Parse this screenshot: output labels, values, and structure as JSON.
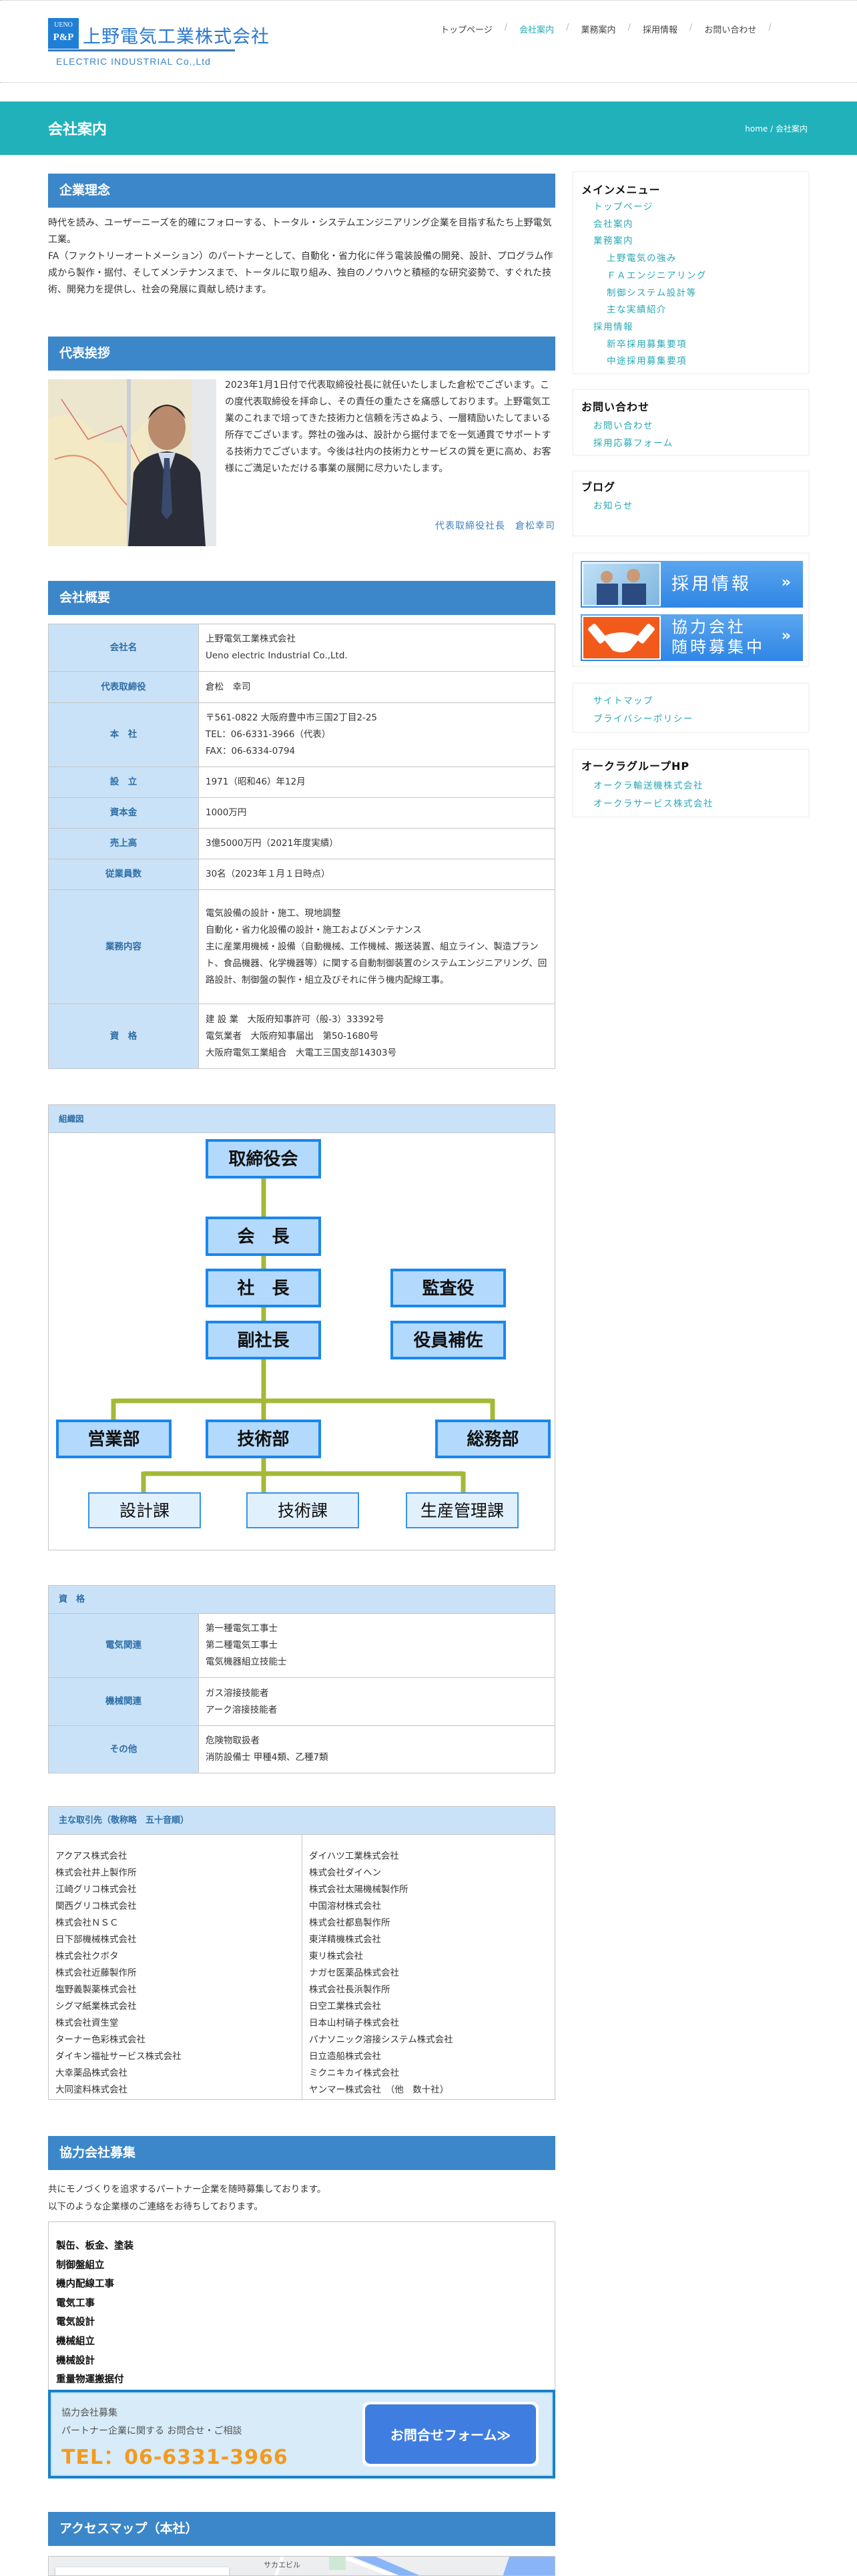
{
  "header": {
    "logo": {
      "mark_top": "UENO",
      "mark_bottom": "P&P",
      "name": "上野電気工業株式会社",
      "english": "ELECTRIC INDUSTRIAL Co.,Ltd"
    },
    "nav": [
      {
        "label": "トップページ",
        "active": false
      },
      {
        "label": "会社案内",
        "active": true
      },
      {
        "label": "業務案内",
        "active": false
      },
      {
        "label": "採用情報",
        "active": false
      },
      {
        "label": "お問い合わせ",
        "active": false
      }
    ],
    "nav_separator": "/"
  },
  "banner": {
    "title": "会社案内",
    "breadcrumb_home": "home",
    "breadcrumb_sep": " / ",
    "breadcrumb_current": "会社案内"
  },
  "philosophy": {
    "title": "企業理念",
    "paragraphs": [
      "時代を読み、ユーザーニーズを的確にフォローする、トータル・システムエンジニアリング企業を目指す私たち上野電気工業。",
      "FA（ファクトリーオートメーション）のパートナーとして、自動化・省力化に伴う電装設備の開発、設計、プログラム作成から製作・据付、そしてメンテナンスまで、トータルに取り組み、独自のノウハウと積極的な研究姿勢で、すぐれた技術、開発力を提供し、社会の発展に貢献し続けます。"
    ]
  },
  "greeting": {
    "title": "代表挨拶",
    "body": "2023年1月1日付で代表取締役社長に就任いたしました倉松でございます。この度代表取締役を拝命し、その責任の重たさを痛感しております。上野電気工業のこれまで培ってきた技術力と信頼を汚さぬよう、一層精励いたしてまいる所存でございます。弊社の強みは、設計から据付までを一気通貫でサポートする技術力でございます。今後は社内の技術力とサービスの質を更に高め、お客様にご満足いただける事業の展開に尽力いたします。",
    "signature": "代表取締役社長　倉松幸司"
  },
  "overview": {
    "title": "会社概要",
    "rows": [
      {
        "label": "会社名",
        "lines": [
          "上野電気工業株式会社",
          "Ueno electric Industrial Co.,Ltd."
        ]
      },
      {
        "label": "代表取締役",
        "lines": [
          "倉松　幸司"
        ]
      },
      {
        "label": "本　社",
        "lines": [
          "〒561-0822 大阪府豊中市三国2丁目2-25",
          "TEL：06-6331-3966（代表）",
          "FAX：06-6334-0794"
        ]
      },
      {
        "label": "設　立",
        "lines": [
          "1971（昭和46）年12月"
        ]
      },
      {
        "label": "資本金",
        "lines": [
          "1000万円"
        ]
      },
      {
        "label": "売上高",
        "lines": [
          "3億5000万円（2021年度実績）"
        ]
      },
      {
        "label": "従業員数",
        "lines": [
          "30名（2023年１月１日時点）"
        ]
      },
      {
        "label": "業務内容",
        "lines": [
          "電気設備の設計・施工、現地調整",
          "自動化・省力化設備の設計・施工およびメンテナンス",
          "主に産業用機械・設備（自動機械、工作機械、搬送装置、組立ライン、製造プラント、食品機器、化学機器等）に関する自動制御装置のシステムエンジニアリング、回路設計、制御盤の製作・組立及びそれに伴う機内配線工事。"
        ]
      },
      {
        "label": "資　格",
        "lines": [
          "建 設 業　大阪府知事許可（般-3）33392号",
          "電気業者　大阪府知事届出　第50-1680号",
          "大阪府電気工業組合　大電工三国支部14303号"
        ]
      }
    ]
  },
  "org_chart": {
    "title": "組織図",
    "nodes": {
      "board": "取締役会",
      "chairman": "会　長",
      "president": "社　長",
      "auditor": "監査役",
      "vice_president": "副社長",
      "exec_assistant": "役員補佐",
      "sales": "営業部",
      "engineering": "技術部",
      "general_affairs": "総務部",
      "design": "設計課",
      "technical": "技術課",
      "production": "生産管理課"
    }
  },
  "qualifications": {
    "title": "資　格",
    "rows": [
      {
        "label": "電気関連",
        "lines": [
          "第一種電気工事士",
          "第二種電気工事士",
          "電気機器組立技能士"
        ]
      },
      {
        "label": "機械関連",
        "lines": [
          "ガス溶接技能者",
          "アーク溶接技能者"
        ]
      },
      {
        "label": "その他",
        "lines": [
          "危険物取扱者",
          "消防設備士 甲種4類、乙種7類"
        ]
      }
    ]
  },
  "customers": {
    "title": "主な取引先（敬称略　五十音順）",
    "left": [
      "アクアス株式会社",
      "株式会社井上製作所",
      "江崎グリコ株式会社",
      "関西グリコ株式会社",
      "株式会社ＮＳＣ",
      "日下部機械株式会社",
      "株式会社クボタ",
      "株式会社近藤製作所",
      "塩野義製薬株式会社",
      "シグマ紙業株式会社",
      "株式会社資生堂",
      "ターナー色彩株式会社",
      "ダイキン福祉サービス株式会社",
      "大幸薬品株式会社",
      "大同塗料株式会社"
    ],
    "right": [
      "ダイハツ工業株式会社",
      "株式会社ダイヘン",
      "株式会社太陽機械製作所",
      "中国溶材株式会社",
      "株式会社都島製作所",
      "東洋精機株式会社",
      "東リ株式会社",
      "ナガセ医薬品株式会社",
      "株式会社長浜製作所",
      "日空工業株式会社",
      "日本山村硝子株式会社",
      "パナソニック溶接システム株式会社",
      "日立造船株式会社",
      "ミクニキカイ株式会社",
      "ヤンマー株式会社　（他　数十社）"
    ]
  },
  "partners": {
    "title": "協力会社募集",
    "intro": [
      "共にモノづくりを追求するパートナー企業を随時募集しております。",
      "以下のような企業様のご連絡をお待ちしております。"
    ],
    "items": [
      "製缶、板金、塗装",
      "制御盤組立",
      "機内配線工事",
      "電気工事",
      "電気設計",
      "機械組立",
      "機械設計",
      "重量物運搬据付"
    ],
    "contact": {
      "heading": "協力会社募集",
      "sub": "パートナー企業に関する お問合せ・ご相談",
      "tel": "TEL：06-6331-3966",
      "button": "お問合せフォーム≫"
    }
  },
  "access": {
    "title": "アクセスマップ（本社）",
    "map_label": "サカエビル"
  },
  "sidebar": {
    "main_menu": {
      "title": "メインメニュー",
      "items": [
        {
          "label": "トップページ",
          "level": 1
        },
        {
          "label": "会社案内",
          "level": 1
        },
        {
          "label": "業務案内",
          "level": 1
        },
        {
          "label": "上野電気の強み",
          "level": 2
        },
        {
          "label": "ＦＡエンジニアリング",
          "level": 2
        },
        {
          "label": "制御システム設計等",
          "level": 2
        },
        {
          "label": "主な実績紹介",
          "level": 2
        },
        {
          "label": "採用情報",
          "level": 1
        },
        {
          "label": "新卒採用募集要項",
          "level": 2
        },
        {
          "label": "中途採用募集要項",
          "level": 2
        }
      ]
    },
    "contact": {
      "title": "お問い合わせ",
      "items": [
        "お問い合わせ",
        "採用応募フォーム"
      ]
    },
    "blog": {
      "title": "ブログ",
      "items": [
        "お知らせ"
      ]
    },
    "banners": [
      {
        "label": "採用情報",
        "chevron": "»"
      },
      {
        "label_1": "協力会社",
        "label_2": "随時募集中",
        "chevron": "»"
      }
    ],
    "links": [
      "サイトマップ",
      "プライバシーポリシー"
    ],
    "group": {
      "title": "オークラグループHP",
      "items": [
        "オークラ輸送機株式会社",
        "オークラサービス株式会社"
      ]
    }
  },
  "colors": {
    "teal": "#20b1bb",
    "section_blue": "#3b87c9",
    "label_bg": "#cae2f7",
    "link": "#28a8b6",
    "tel_orange": "#f39a1e",
    "button_blue": "#3f7de0",
    "org_line": "#a5b838"
  }
}
